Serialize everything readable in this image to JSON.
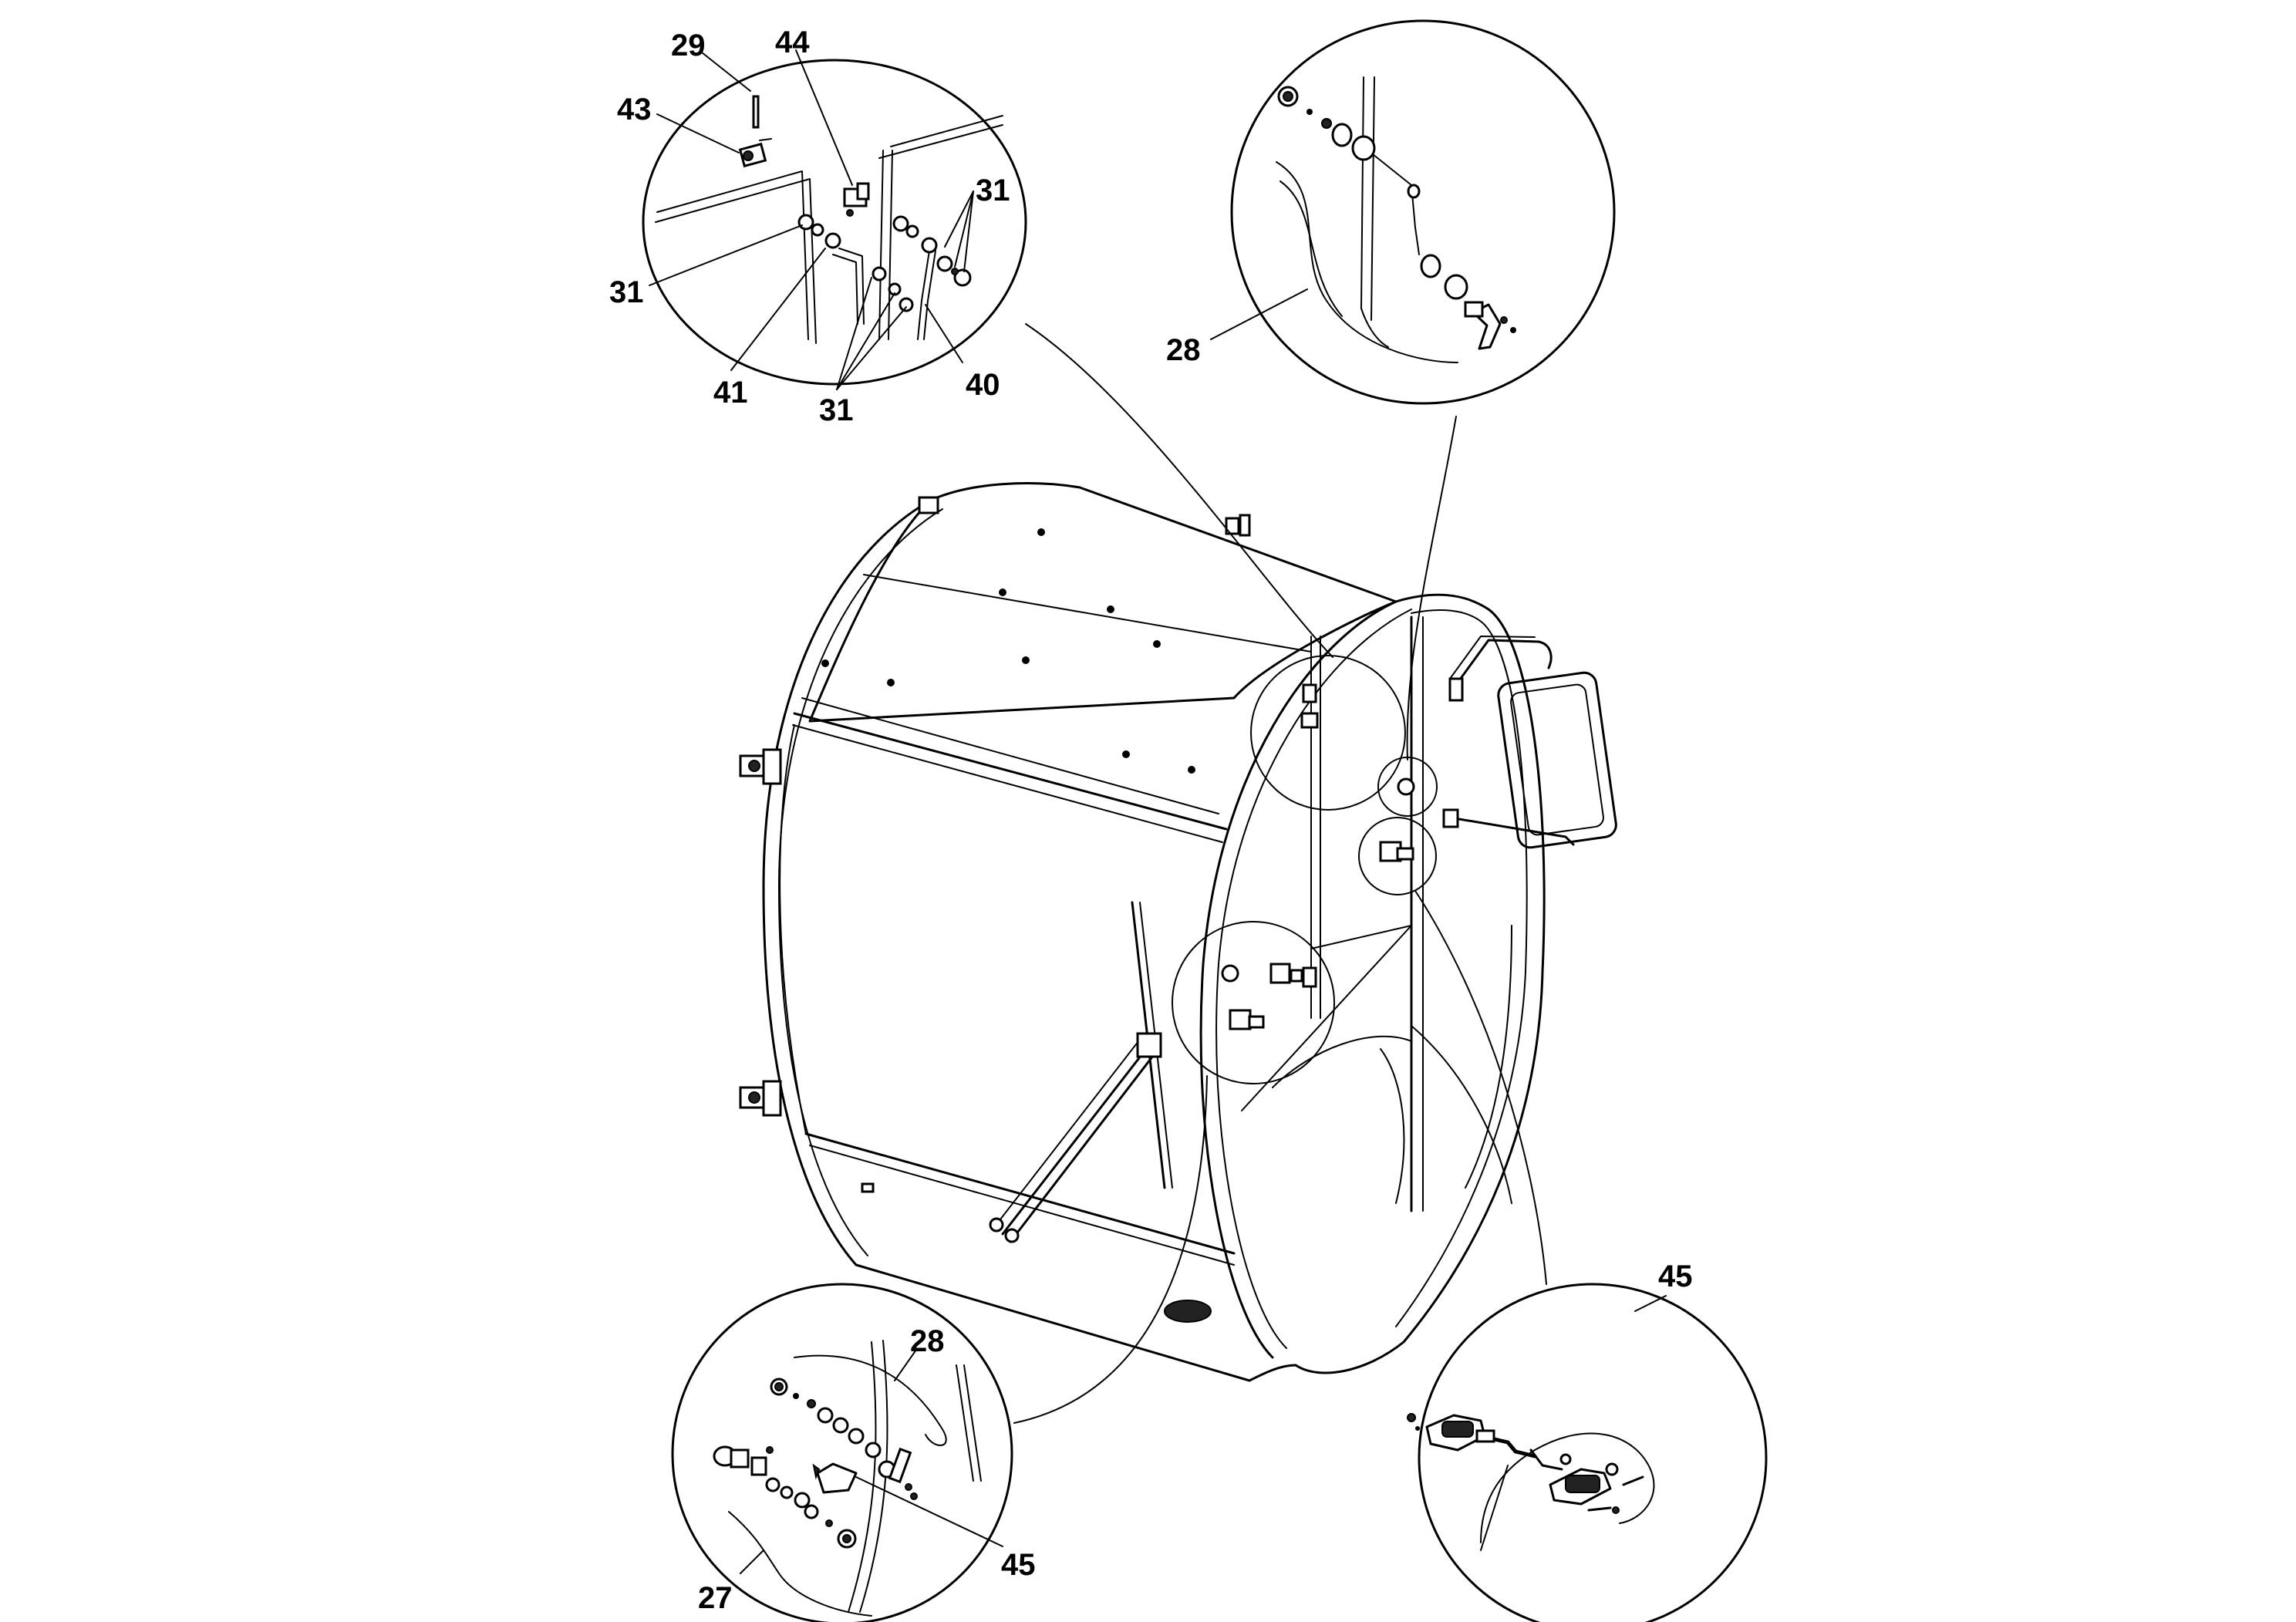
{
  "callouts": {
    "top_left": {
      "label_29": "29",
      "label_44": "44",
      "label_43": "43",
      "label_31_upper": "31",
      "label_31_left": "31",
      "label_41": "41",
      "label_31_lower": "31",
      "label_40": "40"
    },
    "top_right": {
      "label_28": "28"
    },
    "bottom_left": {
      "label_28": "28",
      "label_27": "27",
      "label_45": "45"
    },
    "bottom_right": {
      "label_45": "45"
    }
  }
}
